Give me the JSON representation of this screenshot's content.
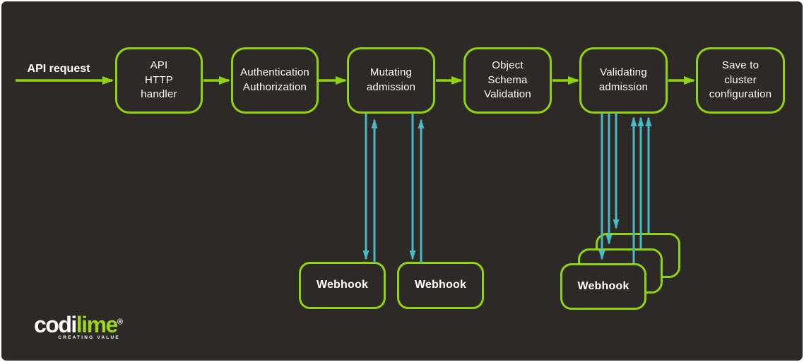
{
  "colors": {
    "background": "#2d2926",
    "frame_border": "#ffffff",
    "box_border_green": "#8fd40e",
    "arrow_green": "#8fd40e",
    "arrow_cyan": "#49b9c6",
    "text": "#ffffff",
    "logo_lime_green": "#9cd61e"
  },
  "flow": {
    "start_label": "API request",
    "nodes": [
      {
        "label": "API\nHTTP\nhandler"
      },
      {
        "label": "Authentication\nAuthorization"
      },
      {
        "label": "Mutating\nadmission"
      },
      {
        "label": "Object\nSchema\nValidation"
      },
      {
        "label": "Validating\nadmission"
      },
      {
        "label": "Save to\ncluster\nconfiguration"
      }
    ]
  },
  "webhooks": {
    "mutating": [
      {
        "label": "Webhook"
      },
      {
        "label": "Webhook"
      }
    ],
    "validating": {
      "front_label": "Webhook",
      "stack_count": 3
    }
  },
  "logo": {
    "codi": "codi",
    "lime": "lime",
    "registered": "®",
    "tagline": "CREATING VALUE"
  }
}
